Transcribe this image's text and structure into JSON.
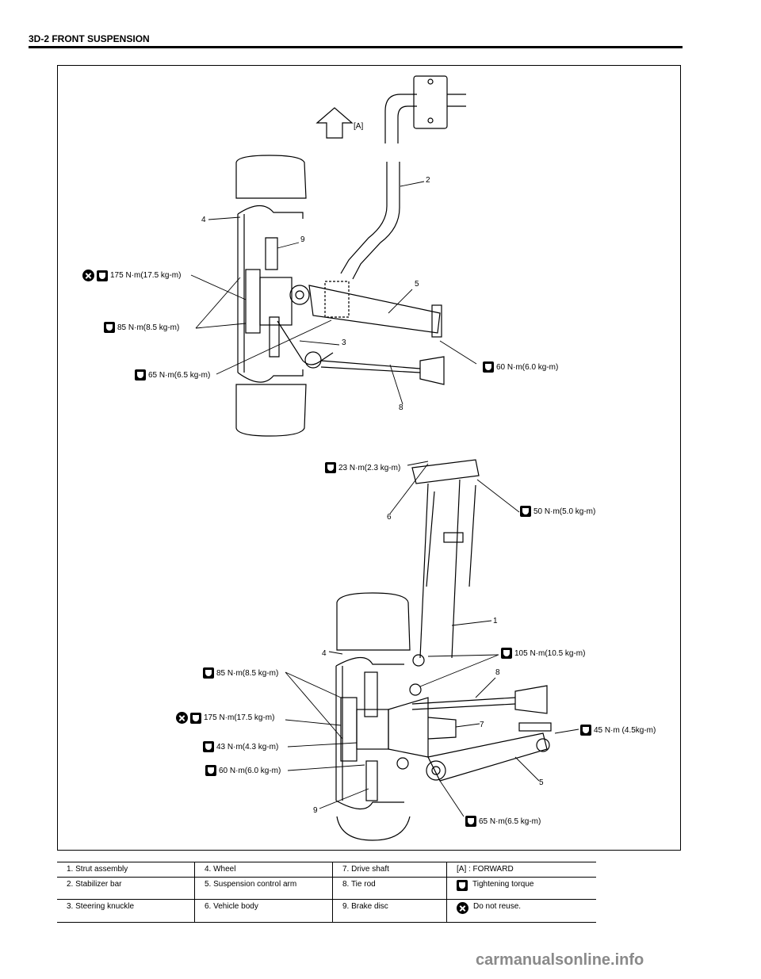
{
  "header": {
    "title": "3D-2 FRONT SUSPENSION"
  },
  "forward_label": "[A]",
  "part_numbers": {
    "top": [
      "2",
      "4",
      "9",
      "5",
      "3",
      "8"
    ],
    "bottom": [
      "6",
      "1",
      "4",
      "8",
      "7",
      "5",
      "9"
    ]
  },
  "torques": {
    "t1": "175 N·m(17.5 kg-m)",
    "t2": "85 N·m(8.5 kg-m)",
    "t3": "65 N·m(6.5 kg-m)",
    "t4": "60 N·m(6.0 kg-m)",
    "t5": "23 N·m(2.3 kg-m)",
    "t6": "50 N·m(5.0 kg-m)",
    "t7": "105 N·m(10.5 kg-m)",
    "t8": "85 N·m(8.5 kg-m)",
    "t9": "175 N·m(17.5 kg-m)",
    "t10": "43 N·m(4.3 kg-m)",
    "t11": "60 N·m(6.0 kg-m)",
    "t12": "45 N·m (4.5kg-m)",
    "t13": "65 N·m(6.5 kg-m)"
  },
  "legend": {
    "rows": [
      [
        "1.   Strut assembly",
        "4.   Wheel",
        "7.   Drive shaft",
        "[A] :   FORWARD"
      ],
      [
        "2.   Stabilizer bar",
        "5.   Suspension control arm",
        "8.   Tie rod",
        "Tightening torque"
      ],
      [
        "3.   Steering knuckle",
        "6.   Vehicle body",
        "9.   Brake disc",
        "Do not reuse."
      ]
    ]
  },
  "watermark": "carmanualsonline.info",
  "icons": {
    "torque": "torque-wrench-icon",
    "noreuse": "do-not-reuse-icon",
    "forward": "forward-arrow-icon"
  }
}
